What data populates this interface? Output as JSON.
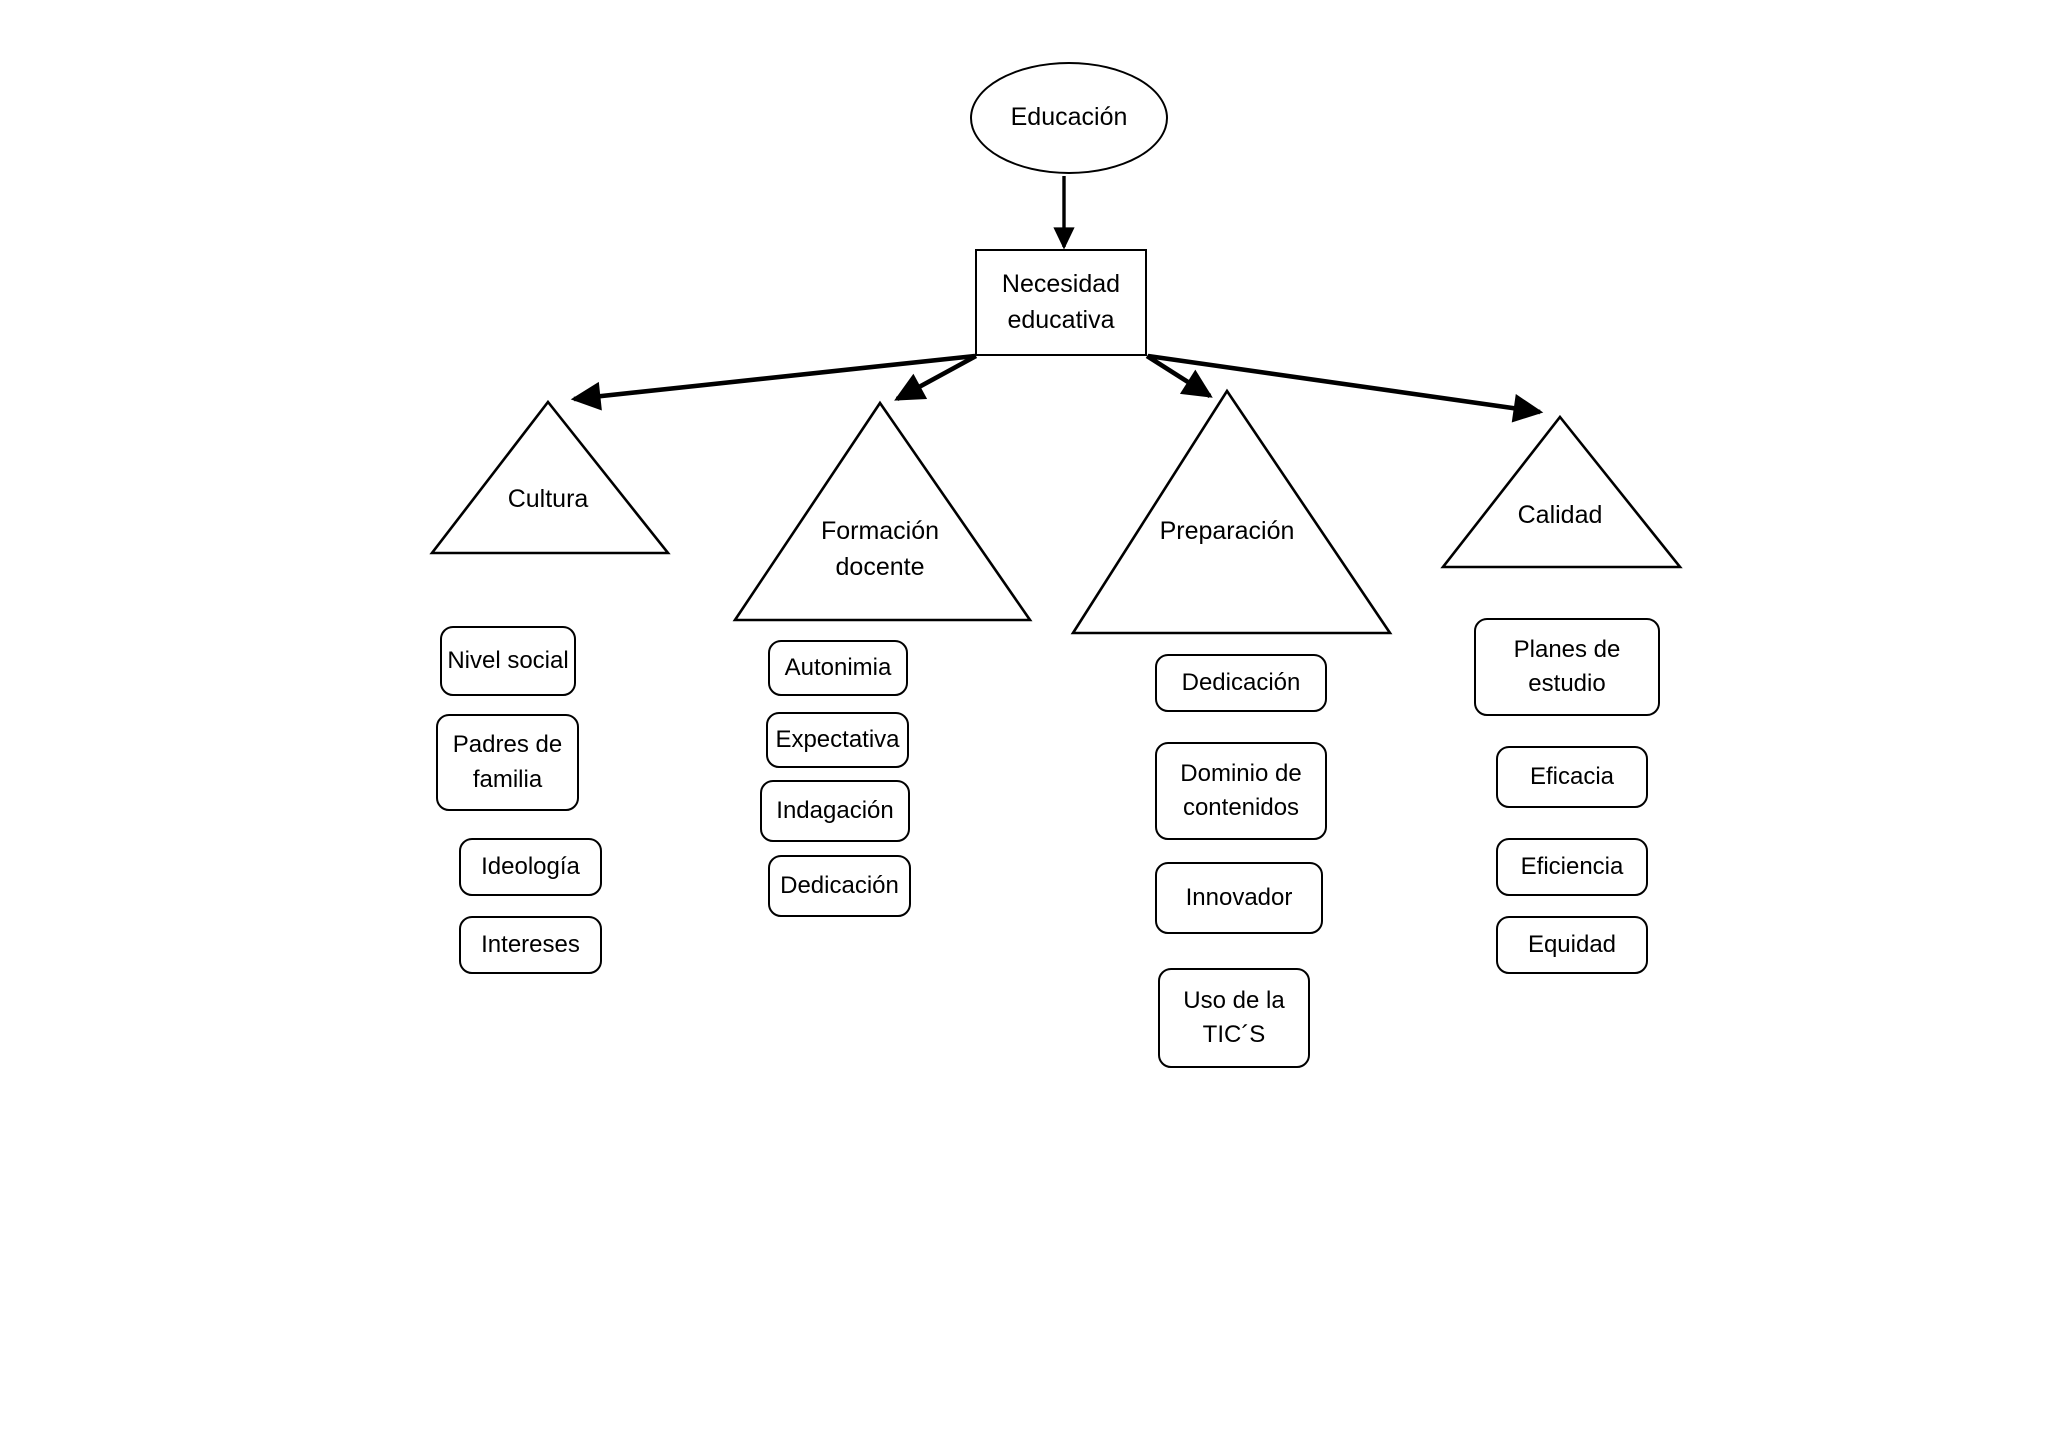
{
  "diagram": {
    "title_node": {
      "label": "Educación",
      "shape": "ellipse"
    },
    "second_node": {
      "label": "Necesidad\neducativa",
      "shape": "rectangle"
    },
    "branches": [
      {
        "label": "Cultura",
        "shape": "triangle",
        "leaves": [
          {
            "label": "Nivel social"
          },
          {
            "label": "Padres de\nfamilia"
          },
          {
            "label": "Ideología"
          },
          {
            "label": "Intereses"
          }
        ]
      },
      {
        "label": "Formación\ndocente",
        "shape": "triangle",
        "leaves": [
          {
            "label": "Autonimia"
          },
          {
            "label": "Expectativa"
          },
          {
            "label": "Indagación"
          },
          {
            "label": "Dedicación"
          }
        ]
      },
      {
        "label": "Preparación",
        "shape": "triangle",
        "leaves": [
          {
            "label": "Dedicación"
          },
          {
            "label": "Dominio de\ncontenidos"
          },
          {
            "label": "Innovador"
          },
          {
            "label": "Uso de la\nTIC´S"
          }
        ]
      },
      {
        "label": "Calidad",
        "shape": "triangle",
        "leaves": [
          {
            "label": "Planes de\nestudio"
          },
          {
            "label": "Eficacia"
          },
          {
            "label": "Eficiencia"
          },
          {
            "label": "Equidad"
          }
        ]
      }
    ],
    "colors": {
      "stroke": "#000000",
      "fill": "#ffffff",
      "text": "#000000"
    }
  }
}
